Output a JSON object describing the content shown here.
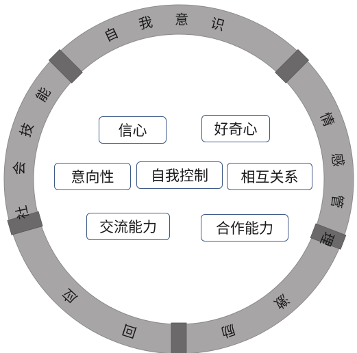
{
  "colors": {
    "ring_fill": "#a7a5a6",
    "ring_stroke": "#8c8a8b",
    "separator_fill": "#6b6969",
    "box_border": "#3e5a86",
    "text": "#1a1a1a"
  },
  "ring_labels": [
    {
      "id": "self-awareness",
      "text": "自我意识"
    },
    {
      "id": "emotion-management",
      "text": "情感管理"
    },
    {
      "id": "motivation",
      "text": "激励"
    },
    {
      "id": "response",
      "text": "回应"
    },
    {
      "id": "social-skills",
      "text": "社会技能"
    }
  ],
  "center_items": [
    {
      "id": "confidence",
      "label": "信心"
    },
    {
      "id": "curiosity",
      "label": "好奇心"
    },
    {
      "id": "intentionality",
      "label": "意向性"
    },
    {
      "id": "self-control",
      "label": "自我控制"
    },
    {
      "id": "relationships",
      "label": "相互关系"
    },
    {
      "id": "communication",
      "label": "交流能力"
    },
    {
      "id": "cooperation",
      "label": "合作能力"
    }
  ]
}
